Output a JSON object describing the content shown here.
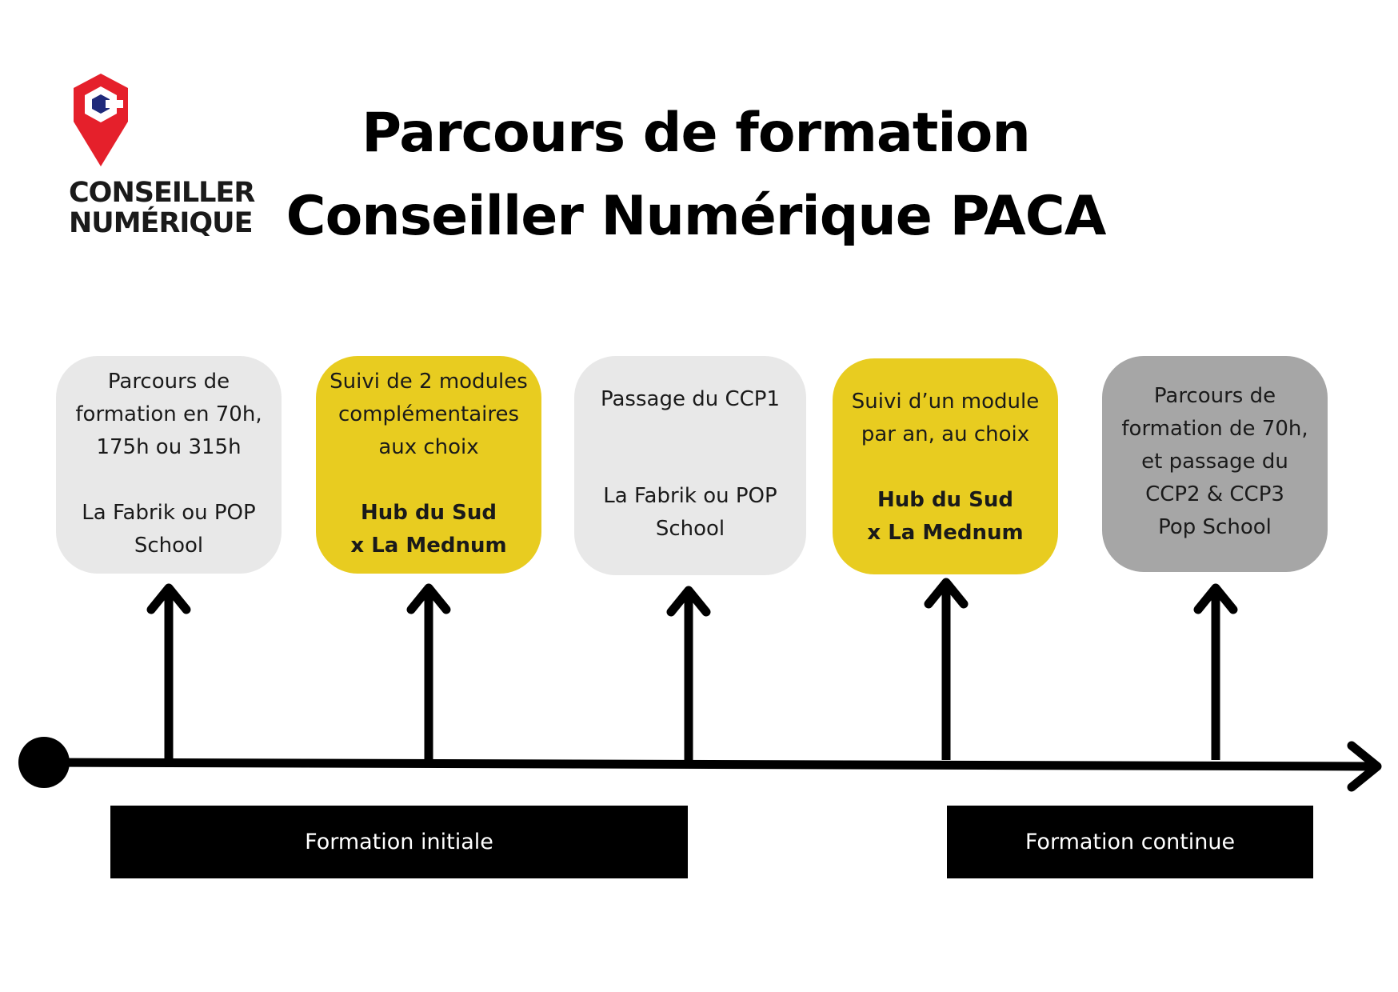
{
  "logo": {
    "line1": "CONSEILLER",
    "line2": "NUMÉRIQUE",
    "colors": {
      "red": "#e5202b",
      "navy": "#1f2a7a"
    }
  },
  "title": {
    "line1": "Parcours de formation",
    "line2": "Conseiller Numérique PACA"
  },
  "steps": [
    {
      "lines": "Parcours de\nformation en 70h,\n175h ou 315h",
      "provider": "La Fabrik ou POP\nSchool",
      "provider_bold": false,
      "style": "light"
    },
    {
      "lines": "Suivi de 2 modules\ncomplémentaires\naux choix",
      "provider": "Hub du Sud\nx La Mednum",
      "provider_bold": true,
      "style": "yellow"
    },
    {
      "lines": "Passage du CCP1",
      "provider": "La Fabrik ou POP\nSchool",
      "provider_bold": false,
      "style": "light"
    },
    {
      "lines": "Suivi d’un module\npar an, au choix",
      "provider": "Hub du Sud\nx La Mednum",
      "provider_bold": true,
      "style": "yellow"
    },
    {
      "lines": "Parcours de\nformation de 70h,\net passage du\nCCP2 & CCP3\nPop School",
      "provider": "",
      "provider_bold": false,
      "style": "gray"
    }
  ],
  "bands": [
    {
      "label": "Formation initiale"
    },
    {
      "label": "Formation continue"
    }
  ],
  "colors": {
    "light": "#e8e8e8",
    "yellow": "#e8cc20",
    "gray": "#a6a6a6",
    "line": "#000000"
  }
}
